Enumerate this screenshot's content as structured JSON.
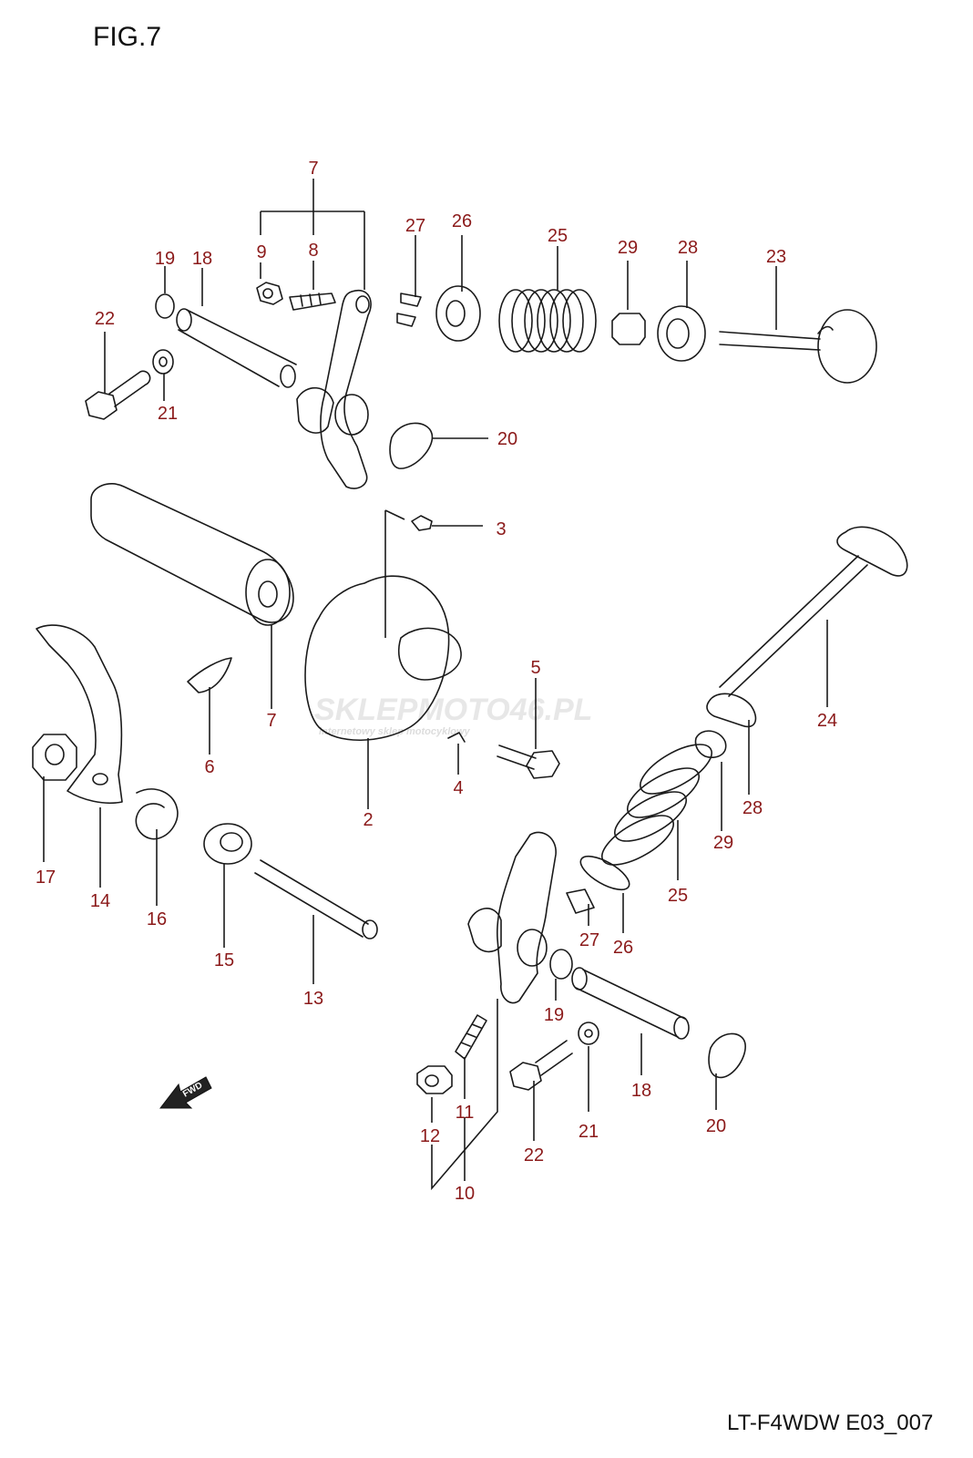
{
  "figure_title": "FIG.7",
  "footer_code": "LT-F4WDW E03_007",
  "watermark": {
    "brand": "SKLEPMOTO46.PL",
    "tagline": "internetowy sklep motocyklowy"
  },
  "fwd_badge": "FWD",
  "callouts": [
    "7",
    "9",
    "8",
    "27",
    "26",
    "25",
    "29",
    "28",
    "23",
    "19",
    "18",
    "22",
    "21",
    "20",
    "3",
    "7",
    "6",
    "2",
    "5",
    "4",
    "24",
    "28",
    "29",
    "17",
    "14",
    "16",
    "15",
    "13",
    "25",
    "27",
    "26",
    "19",
    "18",
    "21",
    "20",
    "22",
    "12",
    "11",
    "10"
  ],
  "colors": {
    "callout": "#8b1a1a",
    "line": "#1a1a1a"
  }
}
